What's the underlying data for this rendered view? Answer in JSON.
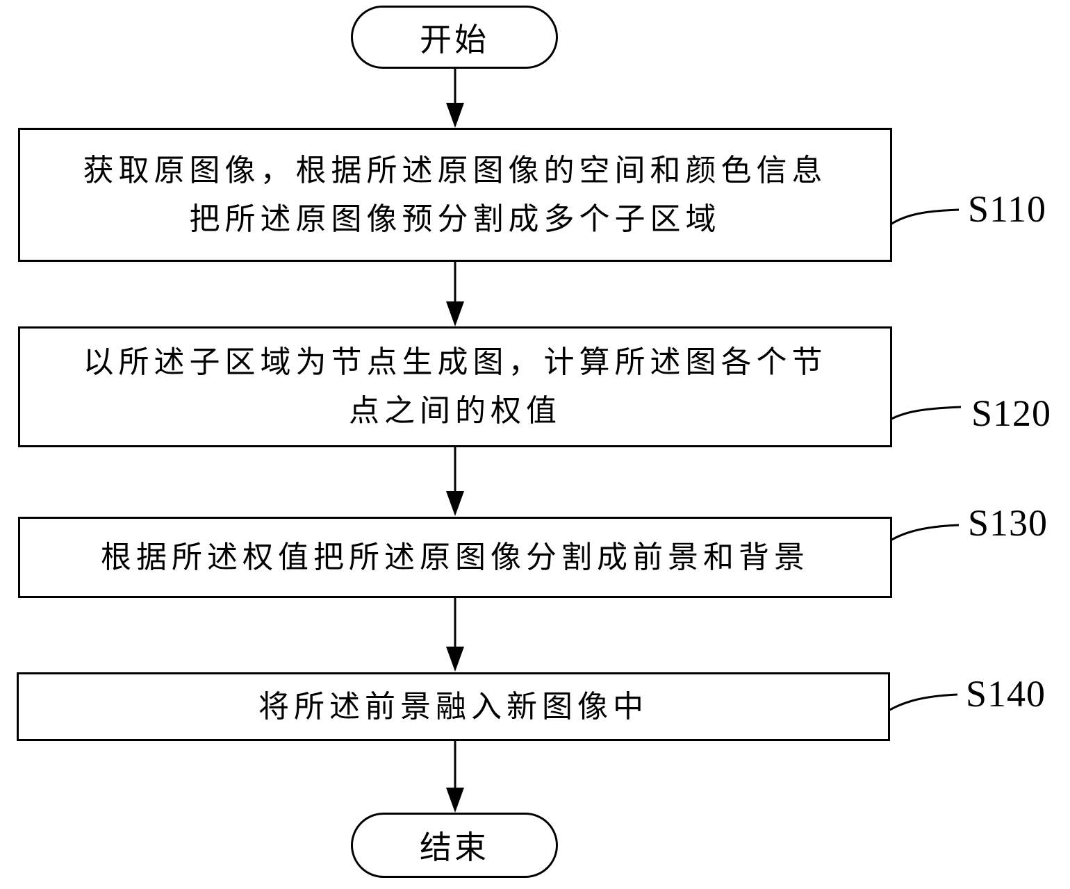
{
  "flowchart": {
    "start": {
      "label": "开始"
    },
    "end": {
      "label": "结束"
    },
    "steps": [
      {
        "id": "S110",
        "lines": [
          "获取原图像，根据所述原图像的空间和颜色信息",
          "把所述原图像预分割成多个子区域"
        ]
      },
      {
        "id": "S120",
        "lines": [
          "以所述子区域为节点生成图，计算所述图各个节",
          "点之间的权值"
        ]
      },
      {
        "id": "S130",
        "lines": [
          "根据所述权值把所述原图像分割成前景和背景"
        ]
      },
      {
        "id": "S140",
        "lines": [
          "将所述前景融入新图像中"
        ]
      }
    ]
  }
}
